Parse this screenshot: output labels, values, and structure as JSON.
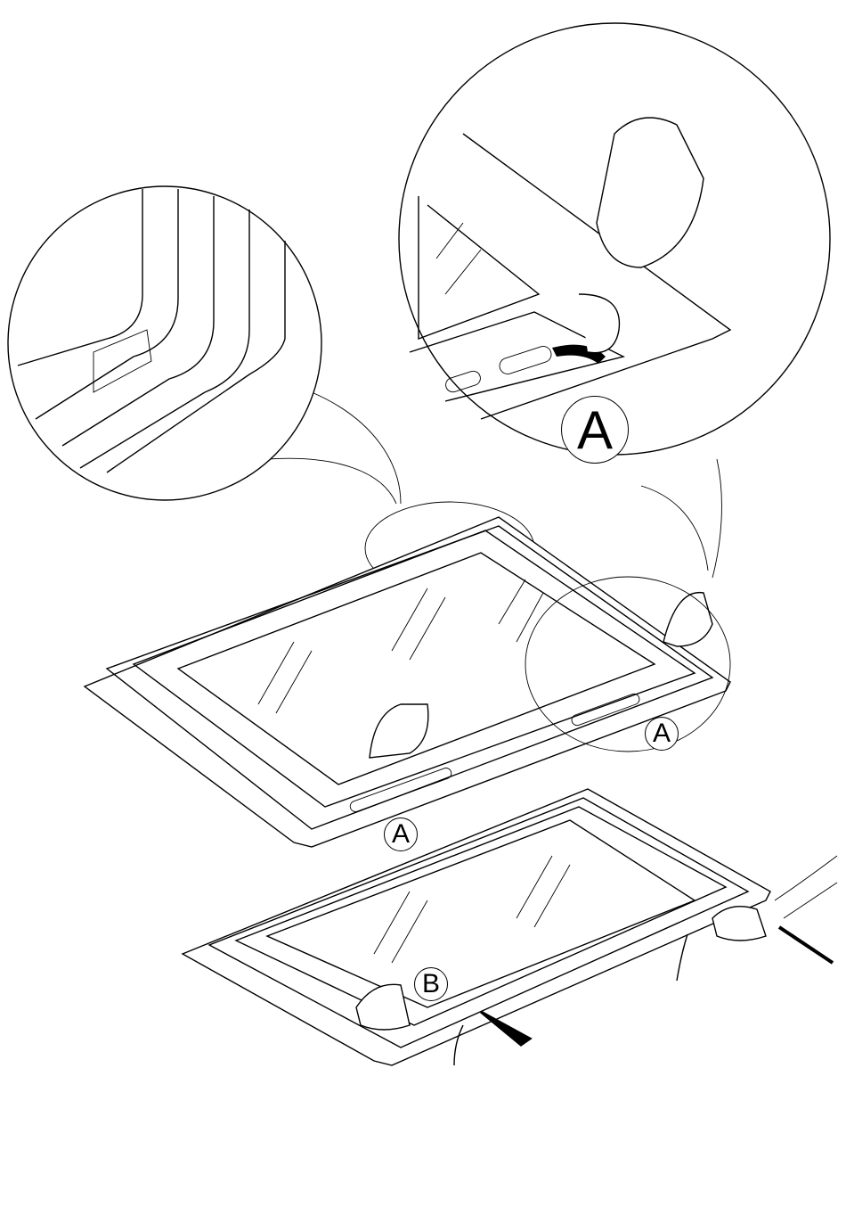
{
  "labels": {
    "detail_callout": "A",
    "right_clip": "A",
    "left_clip": "A",
    "glass_panel": "B"
  }
}
